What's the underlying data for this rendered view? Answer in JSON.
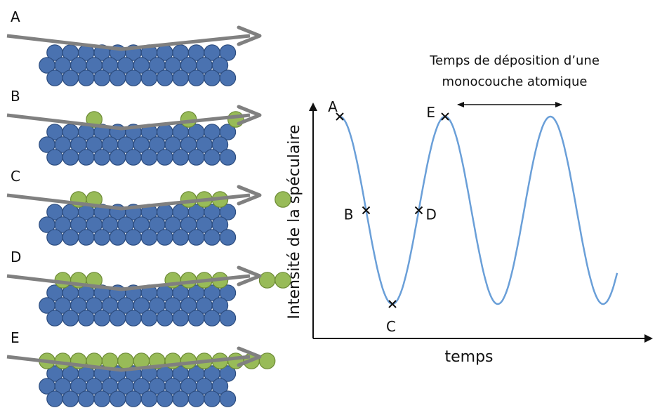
{
  "panels": [
    {
      "label": "A",
      "green_cols": []
    },
    {
      "label": "B",
      "green_cols": [
        3,
        9,
        12
      ]
    },
    {
      "label": "C",
      "green_cols": [
        2,
        3,
        9,
        10,
        11,
        15
      ]
    },
    {
      "label": "D",
      "green_cols": [
        1,
        2,
        3,
        8,
        9,
        10,
        11,
        14,
        15
      ]
    },
    {
      "label": "E",
      "green_cols": [
        0,
        1,
        2,
        3,
        4,
        5,
        6,
        7,
        8,
        9,
        10,
        11,
        12,
        13,
        14
      ]
    }
  ],
  "graph": {
    "ylabel": "Intensité de la spéculaire",
    "xlabel": "temps",
    "annotation_line1": "Temps de déposition d’une",
    "annotation_line2": "monocouche atomique",
    "points": [
      {
        "label": "A",
        "phase": 0
      },
      {
        "label": "B",
        "phase": 0.25
      },
      {
        "label": "C",
        "phase": 0.5
      },
      {
        "label": "D",
        "phase": 0.75
      },
      {
        "label": "E",
        "phase": 1.0
      }
    ],
    "periods_shown": 3.0
  },
  "colors": {
    "substrate_atom": "#4a72b0",
    "substrate_edge": "#2c4c7e",
    "adatom": "#98bb58",
    "adatom_edge": "#6c8a35",
    "beam_arrow": "#808080",
    "curve": "#6a9fd8",
    "axis": "#111111"
  }
}
